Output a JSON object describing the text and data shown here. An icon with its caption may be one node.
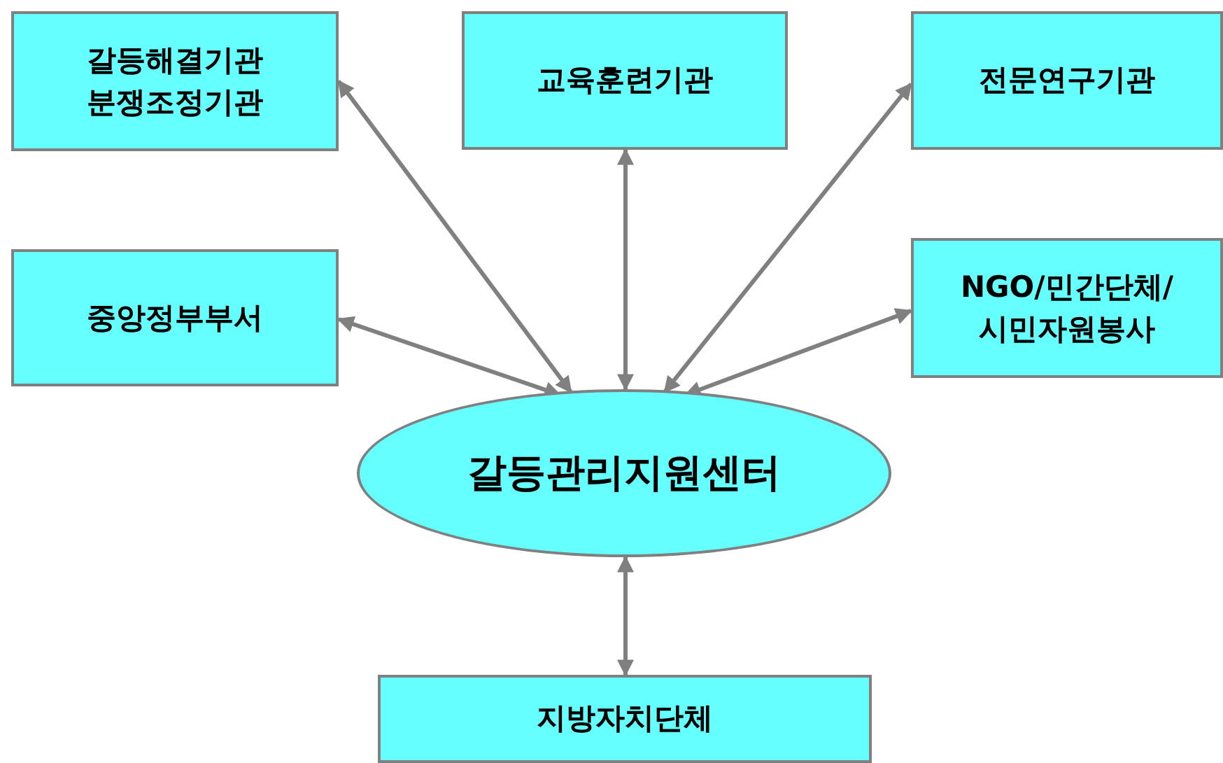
{
  "diagram": {
    "nodes": [
      {
        "text": [
          "갈등해결기관 분쟁조정기관"
        ]
      },
      {
        "text": [
          "교육훈련기관"
        ]
      },
      {
        "text": [
          "전문연구기관"
        ]
      },
      {
        "text": [
          "중앙정부부서"
        ]
      },
      {
        "text": [
          "NGO/민간단체/ 시민자원봉사"
        ]
      },
      {
        "text": [
          "갈등관리지원센터"
        ]
      },
      {
        "text": [
          "지방자치단체"
        ]
      }
    ],
    "edges": [
      {
        "from": 5,
        "to": 0,
        "arrow": "both"
      },
      {
        "from": 5,
        "to": 1,
        "arrow": "both"
      },
      {
        "from": 5,
        "to": 2,
        "arrow": "both"
      },
      {
        "from": 5,
        "to": 3,
        "arrow": "both"
      },
      {
        "from": 5,
        "to": 4,
        "arrow": "both"
      },
      {
        "from": 5,
        "to": 6,
        "arrow": "both"
      }
    ]
  }
}
